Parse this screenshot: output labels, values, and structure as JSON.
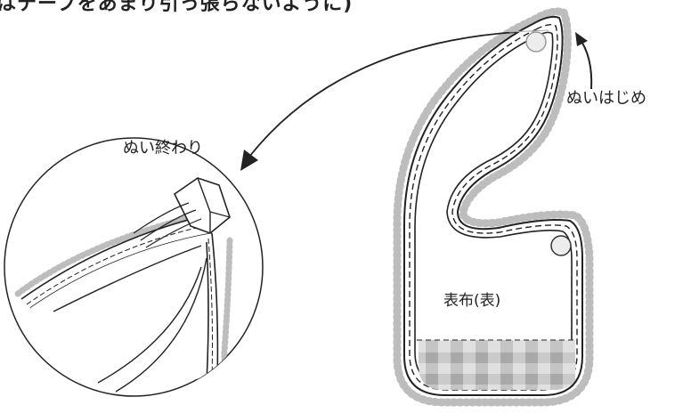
{
  "top_note": "はテープをあまり引っ張らないように)",
  "labels": {
    "start": "ぬいはじめ",
    "end": "ぬい終わり",
    "cloth": "表布(表)"
  },
  "colors": {
    "line": "#222222",
    "lace": "#bdbdbd",
    "gingham_light": "#e0e0e0",
    "gingham_mid": "#c4c4c4",
    "gingham_dark": "#a9a9a9",
    "snap": "#ededed"
  }
}
